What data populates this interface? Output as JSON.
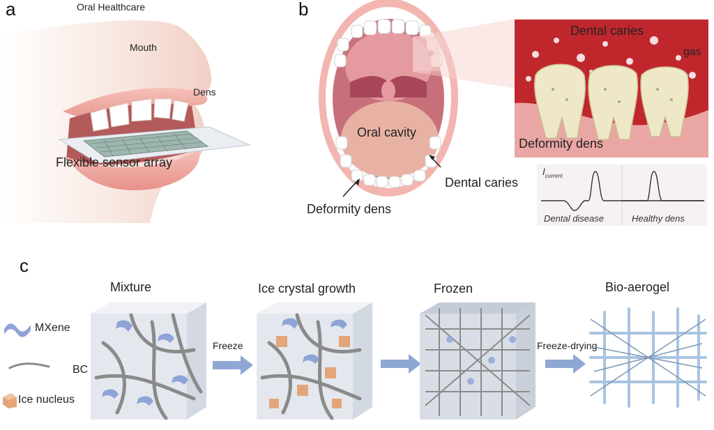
{
  "panel_a": {
    "letter": "a",
    "title": "Oral Healthcare",
    "mouth": "Mouth",
    "dens": "Dens",
    "sensor": "Flexible sensor array"
  },
  "panel_b": {
    "letter": "b",
    "oral_cavity": "Oral cavity",
    "dental_caries": "Dental caries",
    "deformity_dens": "Deformity dens",
    "inset_title": "Dental caries",
    "inset_gas": "gas",
    "inset_deformity": "Deformity dens",
    "graph_ylabel": "I",
    "graph_ylabel_sub": "current",
    "graph_left": "Dental disease",
    "graph_right": "Healthy dens"
  },
  "panel_c": {
    "letter": "c",
    "legend": {
      "mxene": "MXene",
      "bc": "BC",
      "ice": "Ice nucleus"
    },
    "stages": [
      "Mixture",
      "Ice crystal growth",
      "Frozen",
      "Bio-aerogel"
    ],
    "arrows": [
      "Freeze",
      "",
      "Freeze-drying"
    ],
    "colors": {
      "mxene": "#8fa3d8",
      "bc": "#8a8a8a",
      "ice": "#e3a57a",
      "arrow": "#8fa7d4",
      "fiber": "#a8c4e0"
    }
  }
}
